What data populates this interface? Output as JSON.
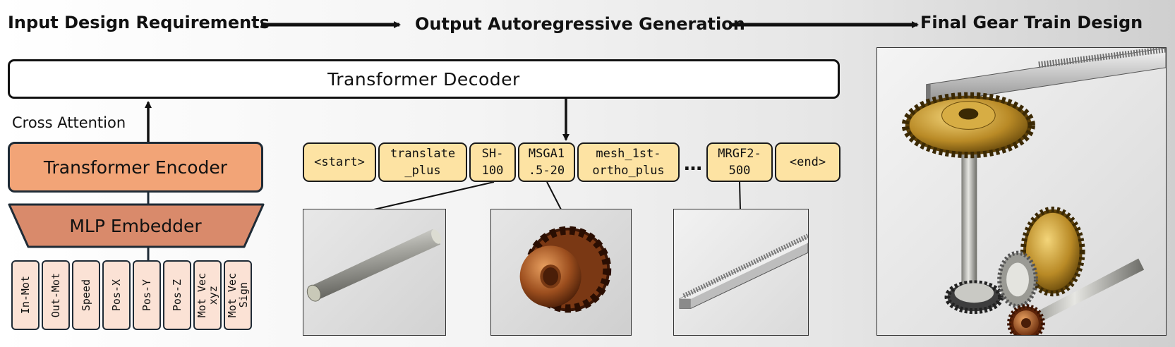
{
  "header": {
    "input_title": "Input Design Requirements",
    "output_title": "Output Autoregressive Generation",
    "final_title": "Final Gear Train Design"
  },
  "decoder": {
    "label": "Transformer Decoder"
  },
  "cross_attention": {
    "label": "Cross Attention"
  },
  "encoder": {
    "label": "Transformer Encoder"
  },
  "embedder": {
    "label": "MLP Embedder"
  },
  "inputs": [
    "In-Mot",
    "Out-Mot",
    "Speed",
    "Pos-X",
    "Pos-Y",
    "Pos-Z",
    "Mot Vec\nxyz",
    "Mot Vec\nSign"
  ],
  "tokens": [
    "<start>",
    "translate\n_plus",
    "SH-\n100",
    "MSGA1\n.5-20",
    "mesh_1st-\northo_plus",
    "MRGF2-\n500",
    "<end>"
  ],
  "ellipsis": "…",
  "colors": {
    "encoder_fill": "#f2a477",
    "embedder_fill": "#d98a6b",
    "input_fill": "#fbe2d5",
    "token_fill": "#fde3a3",
    "gear_gold": "#c8a03c",
    "gear_copper": "#b8642c"
  },
  "panels": [
    "shaft-render",
    "spur-gear-render",
    "rack-render",
    "gear-train-render"
  ]
}
